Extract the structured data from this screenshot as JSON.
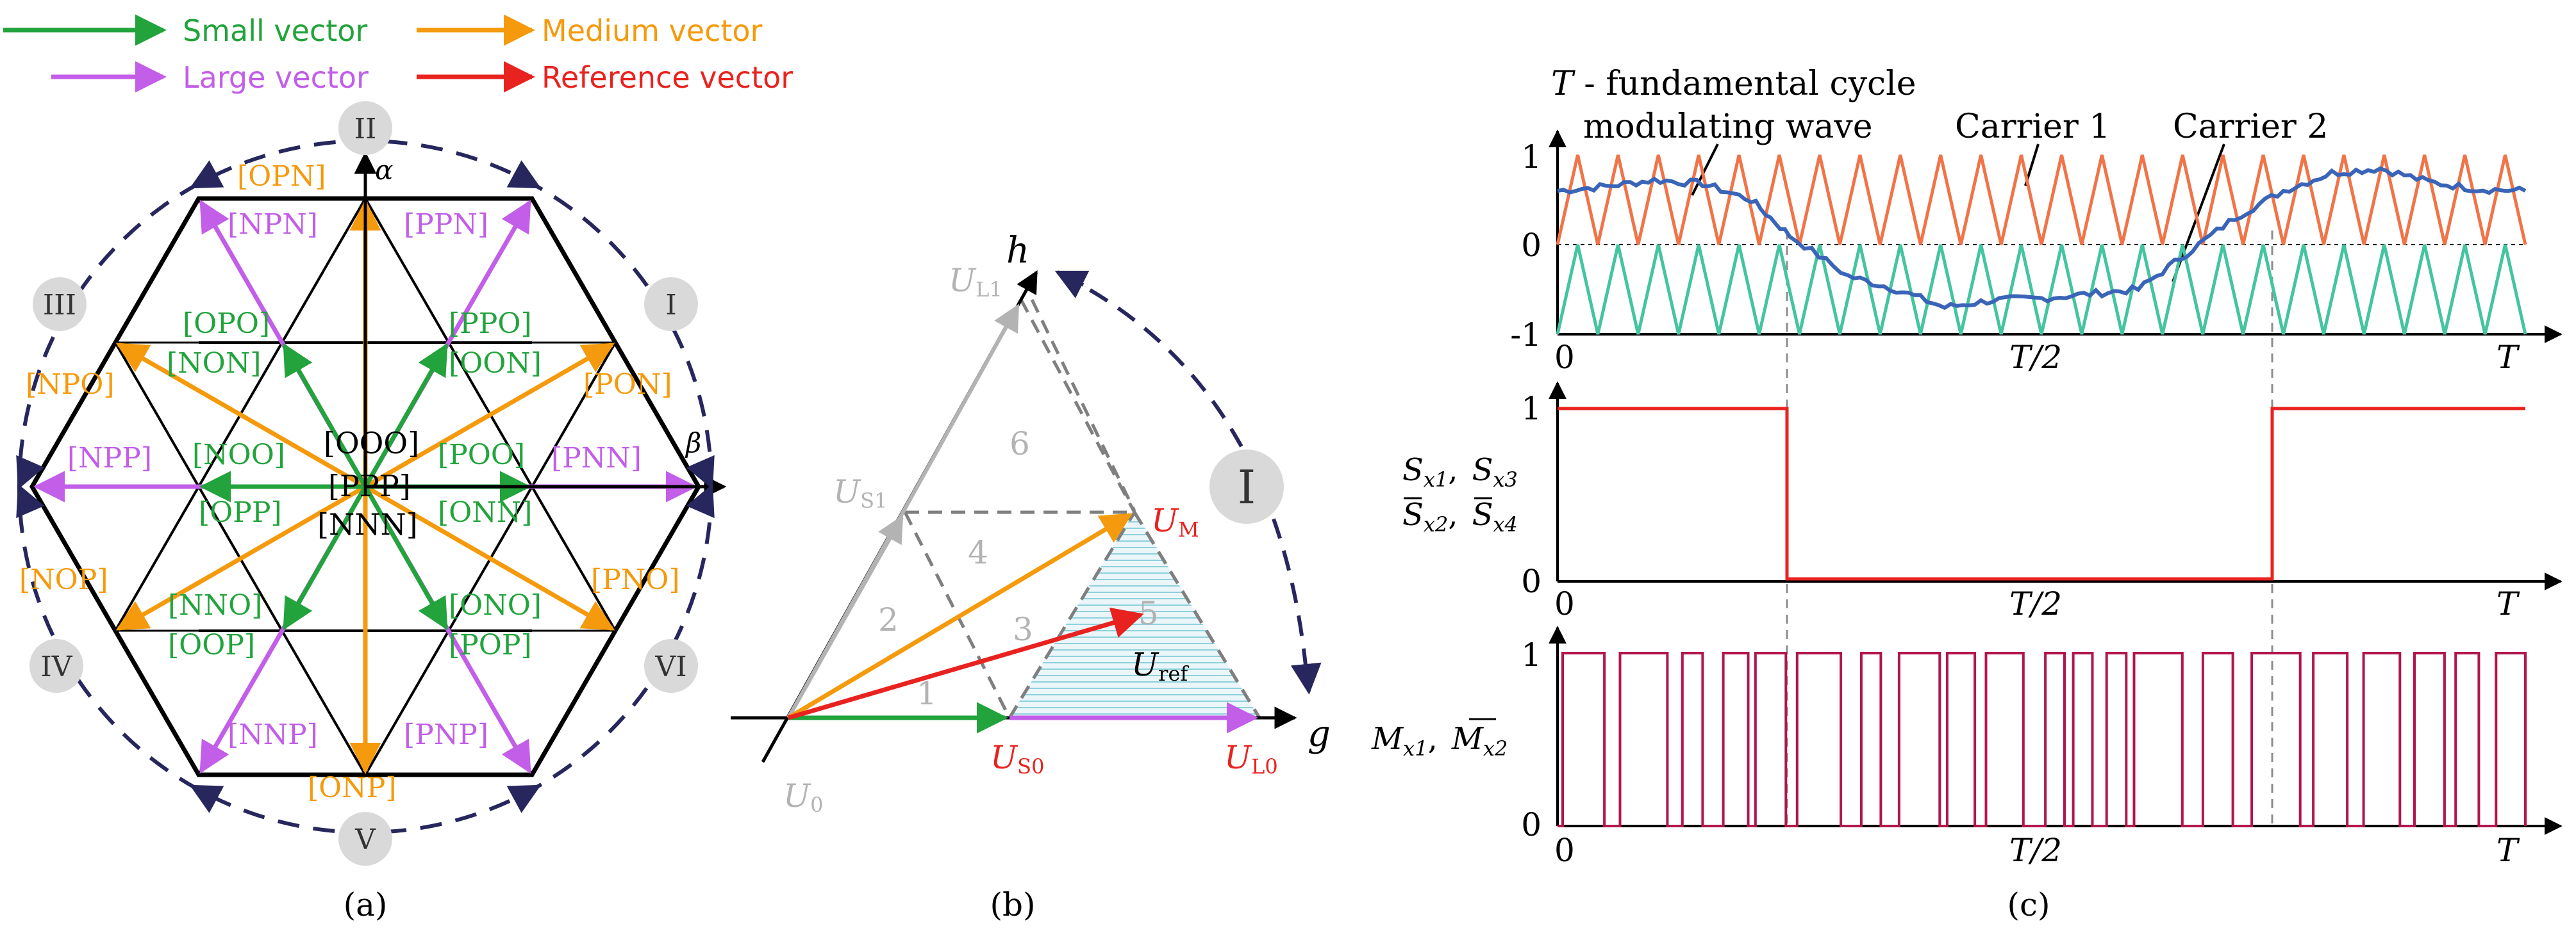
{
  "colors": {
    "small": "#22a33c",
    "medium": "#f59a0c",
    "large": "#c25ee8",
    "reference": "#e8231f",
    "circle": "#27275e",
    "sector_badge": "#d9d9d9",
    "gray_label": "#b3b3b3",
    "region5_fill": "#a6dbe6",
    "carrier1": "#f07448",
    "carrier2": "#44c4a0",
    "modulating": "#3a64b8",
    "switch_signal": "#e8231f",
    "pulse_signal": "#b2154d"
  },
  "legend": {
    "small": "Small vector",
    "medium": "Medium vector",
    "large": "Large vector",
    "reference": "Reference vector"
  },
  "panel_a": {
    "caption": "(a)",
    "alpha": "α",
    "beta": "β",
    "sectors": [
      "I",
      "II",
      "III",
      "IV",
      "V",
      "VI"
    ],
    "center": [
      "[OOO]",
      "[PPP]",
      "[NNN]"
    ],
    "labels": {
      "OPN": "[OPN]",
      "NPN": "[NPN]",
      "PPN": "[PPN]",
      "OPO": "[OPO]",
      "PPO": "[PPO]",
      "NON": "[NON]",
      "OON": "[OON]",
      "NPO": "[NPO]",
      "PON": "[PON]",
      "NPP": "[NPP]",
      "NOO": "[NOO]",
      "POO": "[POO]",
      "PNN": "[PNN]",
      "OPP": "[OPP]",
      "ONN": "[ONN]",
      "NOP": "[NOP]",
      "PNO": "[PNO]",
      "NNO": "[NNO]",
      "ONO": "[ONO]",
      "OOP": "[OOP]",
      "POP": "[POP]",
      "NNP": "[NNP]",
      "PNP": "[PNP]",
      "ONP": "[ONP]"
    }
  },
  "panel_b": {
    "caption": "(b)",
    "h": "h",
    "g": "g",
    "sector": "I",
    "regions": [
      "1",
      "2",
      "3",
      "4",
      "5",
      "6"
    ],
    "U0": {
      "main": "U",
      "sub": "0"
    },
    "US0": {
      "main": "U",
      "sub": "S0"
    },
    "UL0": {
      "main": "U",
      "sub": "L0"
    },
    "UM": {
      "main": "U",
      "sub": "M"
    },
    "US1": {
      "main": "U",
      "sub": "S1"
    },
    "UL1": {
      "main": "U",
      "sub": "L1"
    },
    "Uref": {
      "main": "U",
      "sub": "ref"
    }
  },
  "panel_c": {
    "caption": "(c)",
    "title_T": "T",
    "title_rest": " - fundamental cycle",
    "modulating_label": "modulating wave",
    "carrier1_label": "Carrier 1",
    "carrier2_label": "Carrier 2",
    "yticks_top": [
      "1",
      "0",
      "-1"
    ],
    "yticks_mid": [
      "1",
      "0"
    ],
    "yticks_bot": [
      "1",
      "0"
    ],
    "x0": "0",
    "xhalf": "T/2",
    "xT": "T",
    "sig1": {
      "s1": "S",
      "x1": "x1",
      "comma": ",",
      "s2": "S",
      "x2": "x3"
    },
    "sig2": {
      "s1": "S",
      "x1": "x2",
      "comma": ",",
      "s2": "S",
      "x2": "x4"
    },
    "sig3": {
      "s1": "M",
      "x1": "x1",
      "comma": ",",
      "s2": "M",
      "x2": "x2"
    },
    "chart_data": {
      "type": "line",
      "x_range": [
        0,
        1
      ],
      "series": [
        {
          "name": "modulating wave",
          "x": [
            0,
            0.05,
            0.1,
            0.15,
            0.2,
            0.24,
            0.3,
            0.35,
            0.4,
            0.45,
            0.5,
            0.55,
            0.6,
            0.65,
            0.7,
            0.75,
            0.8,
            0.85,
            0.9,
            0.95,
            1.0
          ],
          "y": [
            0.6,
            0.65,
            0.72,
            0.68,
            0.5,
            0.1,
            -0.35,
            -0.5,
            -0.7,
            -0.62,
            -0.6,
            -0.55,
            -0.5,
            -0.1,
            0.3,
            0.6,
            0.8,
            0.85,
            0.7,
            0.62,
            0.6
          ]
        },
        {
          "name": "Carrier 1",
          "periods": 24,
          "y_range": [
            0,
            1
          ]
        },
        {
          "name": "Carrier 2",
          "periods": 24,
          "y_range": [
            -1,
            0
          ]
        }
      ]
    }
  }
}
